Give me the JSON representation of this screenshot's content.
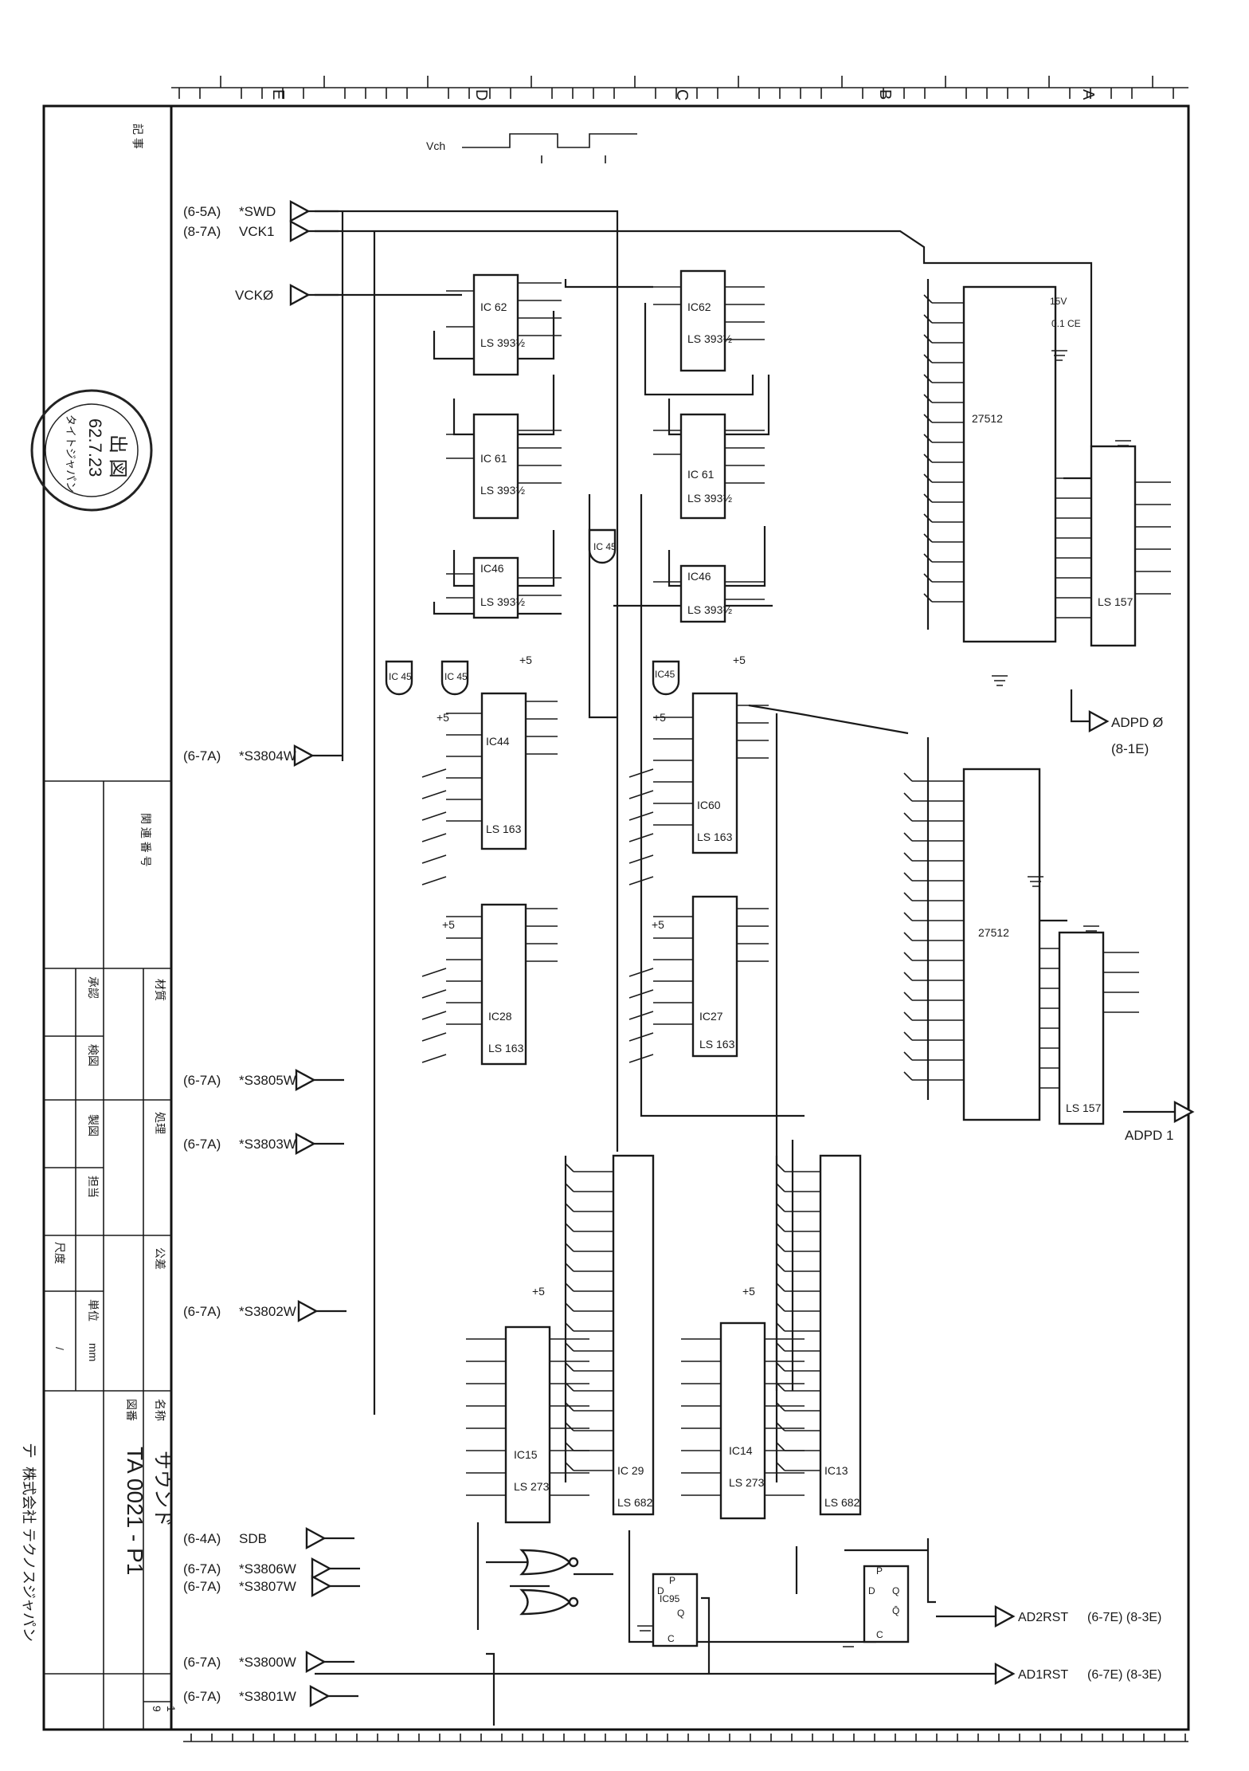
{
  "zone_letters": [
    "E",
    "D",
    "C",
    "B",
    "A"
  ],
  "timing_label": "Vch",
  "title_block": {
    "notes": "記 事",
    "related_no": "関 連 番 号",
    "material": "材質",
    "processing": "処理",
    "tolerance": "公差",
    "name_label": "名称",
    "name_value": "サウンド",
    "drawing_no_label": "図番",
    "drawing_no": "TA 0021 - P1",
    "unit_label": "単位",
    "unit_value": "mm",
    "scale_label": "尺度",
    "scale_value": "/",
    "approved": "承認",
    "checked": "検図",
    "drawn": "製図",
    "designed": "担当",
    "company": "株式会社 テクノスジャパン",
    "sheet_no": "1",
    "sheet_total": "9"
  },
  "stamp": {
    "top": "出 図",
    "date": "62.7.23",
    "name": "タイトジャパン"
  },
  "inputs": [
    {
      "ref": "(6-5A)",
      "signal": "*SWD"
    },
    {
      "ref": "(8-7A)",
      "signal": "VCK1"
    },
    {
      "ref": "",
      "signal": "VCKØ"
    },
    {
      "ref": "(6-7A)",
      "signal": "*S3804W"
    },
    {
      "ref": "(6-7A)",
      "signal": "*S3805W"
    },
    {
      "ref": "(6-7A)",
      "signal": "*S3803W"
    },
    {
      "ref": "(6-7A)",
      "signal": "*S3802W"
    },
    {
      "ref": "(6-4A)",
      "signal": "SDB"
    },
    {
      "ref": "(6-7A)",
      "signal": "*S3806W"
    },
    {
      "ref": "(6-7A)",
      "signal": "*S3807W"
    },
    {
      "ref": "(6-7A)",
      "signal": "*S3800W"
    },
    {
      "ref": "(6-7A)",
      "signal": "*S3801W"
    }
  ],
  "outputs": [
    {
      "signal": "ADPD Ø",
      "ref": "(8-1E)"
    },
    {
      "signal": "ADPD 1",
      "ref": ""
    },
    {
      "signal": "AD2RST",
      "ref": "(6-7E) (8-3E)"
    },
    {
      "signal": "AD1RST",
      "ref": "(6-7E) (8-3E)"
    }
  ],
  "ics": {
    "ic62a": {
      "name": "IC 62",
      "type": "LS 393½"
    },
    "ic61a": {
      "name": "IC 61",
      "type": "LS 393½"
    },
    "ic46a": {
      "name": "IC46",
      "type": "LS 393½"
    },
    "ic62b": {
      "name": "IC62",
      "type": "LS 393½"
    },
    "ic61b": {
      "name": "IC 61",
      "type": "LS 393½"
    },
    "ic46b": {
      "name": "IC46",
      "type": "LS 393½"
    },
    "ic45a": {
      "name": "IC 45"
    },
    "ic45b": {
      "name": "IC 45"
    },
    "ic45c": {
      "name": "IC 45"
    },
    "ic45d": {
      "name": "IC45"
    },
    "ic44": {
      "name": "IC44",
      "type": "LS 163"
    },
    "ic60": {
      "name": "IC60",
      "type": "LS 163"
    },
    "ic28": {
      "name": "IC28",
      "type": "LS 163"
    },
    "ic27": {
      "name": "IC27",
      "type": "LS 163"
    },
    "rom1": {
      "type": "27512"
    },
    "rom2": {
      "type": "27512"
    },
    "mux1": {
      "type": "LS 157"
    },
    "mux2": {
      "type": "LS 157"
    },
    "ic15": {
      "name": "IC15",
      "type": "LS 273"
    },
    "ic14": {
      "name": "IC14",
      "type": "LS 273"
    },
    "ic29": {
      "name": "IC 29",
      "type": "LS 682"
    },
    "ic13": {
      "name": "IC13",
      "type": "LS 682"
    },
    "ic95a": {
      "name": "IC95"
    },
    "ic95b": {
      "name": ""
    }
  },
  "misc": {
    "plus5": "+5",
    "cap_15v": "15V",
    "cap_val": "0.1 CE"
  }
}
